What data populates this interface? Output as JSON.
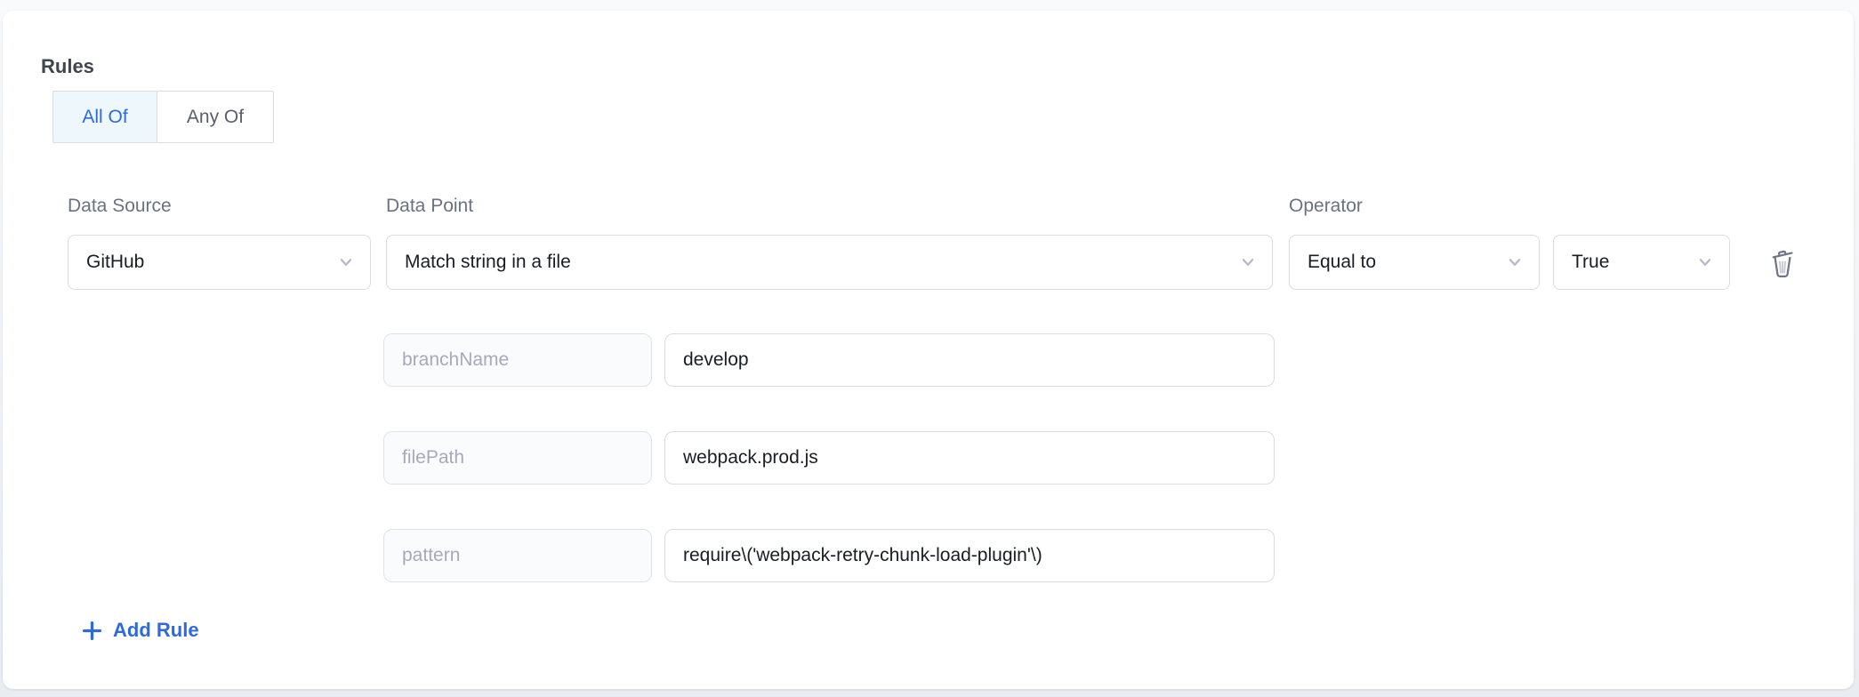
{
  "rules_section": {
    "title": "Rules",
    "match_toggle": {
      "options": [
        {
          "label": "All Of",
          "selected": true
        },
        {
          "label": "Any Of",
          "selected": false
        }
      ]
    },
    "rule": {
      "data_source": {
        "label": "Data Source",
        "value": "GitHub"
      },
      "data_point": {
        "label": "Data Point",
        "value": "Match string in a file"
      },
      "operator": {
        "label": "Operator",
        "value": "Equal to"
      },
      "operator_value": {
        "value": "True"
      },
      "params": [
        {
          "key": "branchName",
          "value": "develop"
        },
        {
          "key": "filePath",
          "value": "webpack.prod.js"
        },
        {
          "key": "pattern",
          "value": "require\\('webpack-retry-chunk-load-plugin'\\)"
        }
      ]
    },
    "add_rule_label": "Add Rule"
  },
  "icons": {
    "chevron": "chevron-down-icon",
    "trash": "trash-icon",
    "plus": "plus-icon"
  },
  "colors": {
    "accent_blue": "#2e6ad8",
    "selected_segment_bg": "#edf7fc",
    "border_gray": "#d9dce3",
    "label_gray": "#6a7280",
    "text_dark": "#1a1d23",
    "param_key_text": "#a5a9bb",
    "card_bg": "#ffffff",
    "page_bg": "#f1f3f7"
  }
}
